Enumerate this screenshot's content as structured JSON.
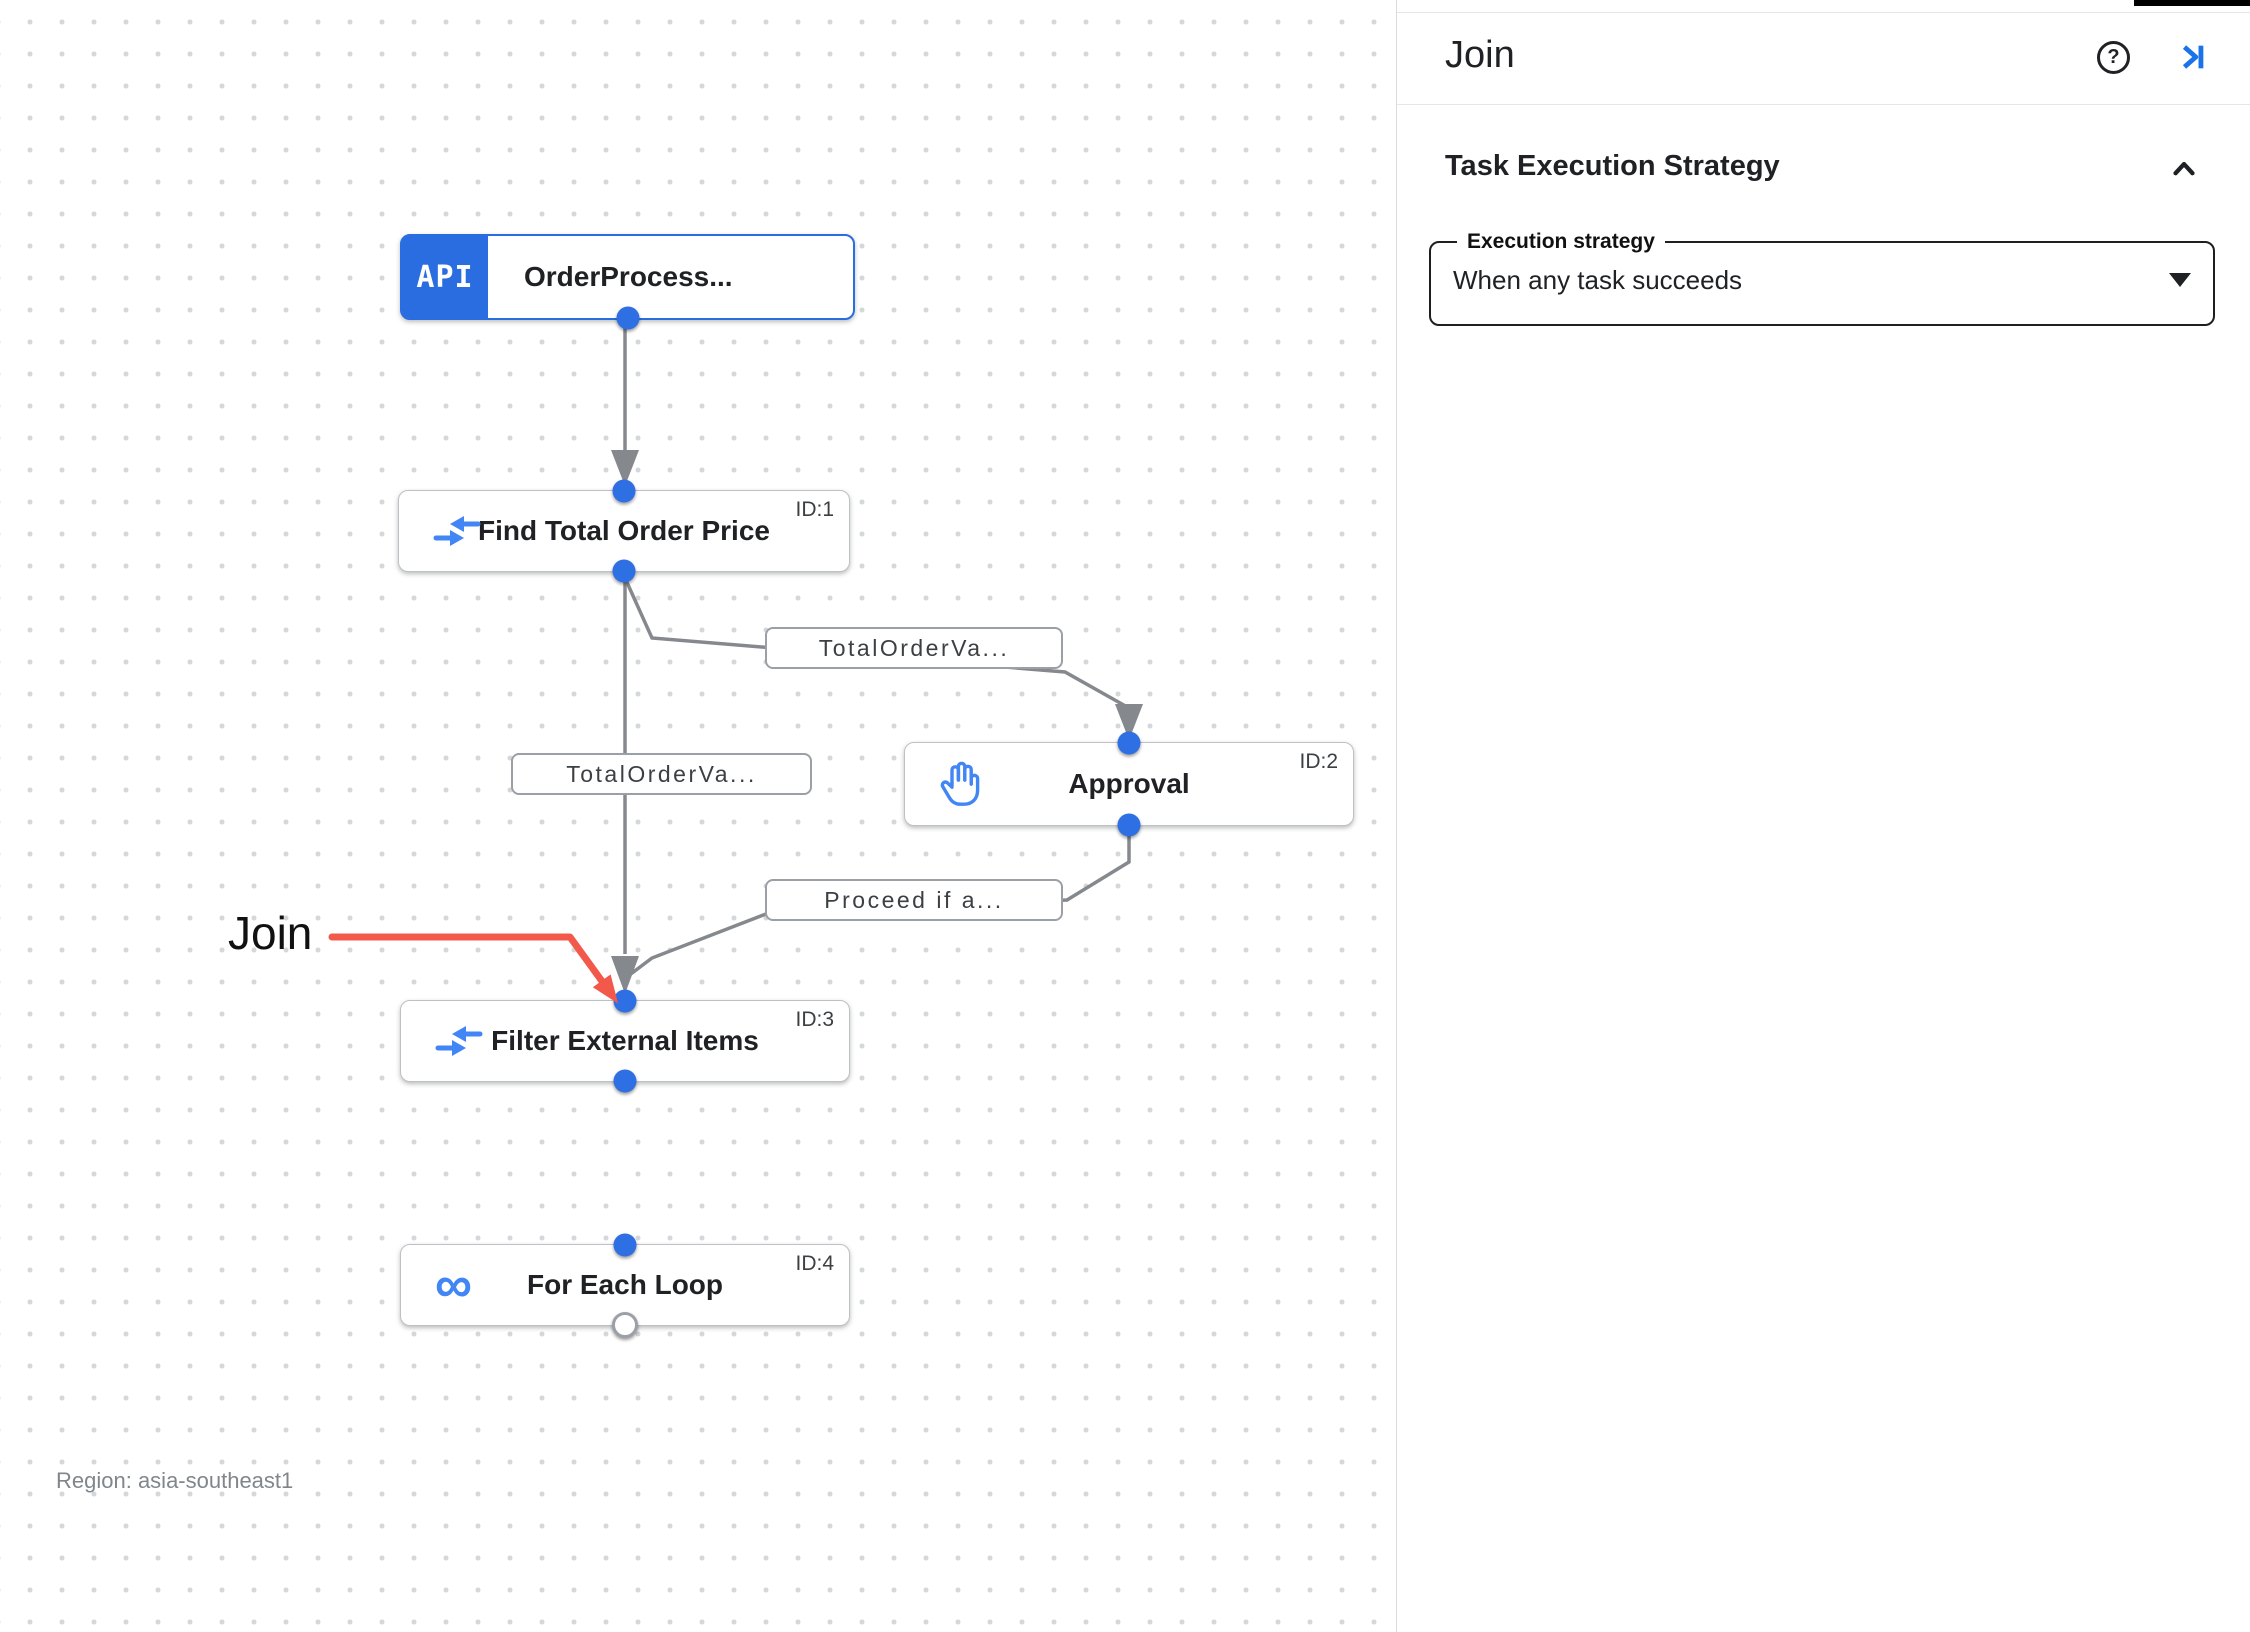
{
  "panel": {
    "title": "Join",
    "help_glyph": "?",
    "section": {
      "title": "Task Execution Strategy",
      "field_label": "Execution strategy",
      "field_value": "When any task succeeds"
    }
  },
  "canvas": {
    "region_label": "Region: asia-southeast1",
    "annotation_label": "Join",
    "nodes": [
      {
        "label": "OrderProcess...",
        "badge": "API",
        "type": "api-trigger"
      },
      {
        "label": "Find Total Order Price",
        "id_tag": "ID:1",
        "icon": "data-mapping-icon"
      },
      {
        "label": "Approval",
        "id_tag": "ID:2",
        "icon": "approval-hand-icon"
      },
      {
        "label": "Filter External Items",
        "id_tag": "ID:3",
        "icon": "data-mapping-icon"
      },
      {
        "label": "For Each Loop",
        "id_tag": "ID:4",
        "icon": "for-each-loop-icon",
        "loop_glyph": "∞"
      }
    ],
    "edge_labels": [
      "TotalOrderVa...",
      "TotalOrderVa...",
      "Proceed if a..."
    ],
    "colors": {
      "accent_blue": "#1a73e8",
      "icon_blue": "#4285f4",
      "port_blue": "#2e6fe3",
      "edge_gray": "#85898e",
      "annotation_red": "#f2594b"
    }
  }
}
